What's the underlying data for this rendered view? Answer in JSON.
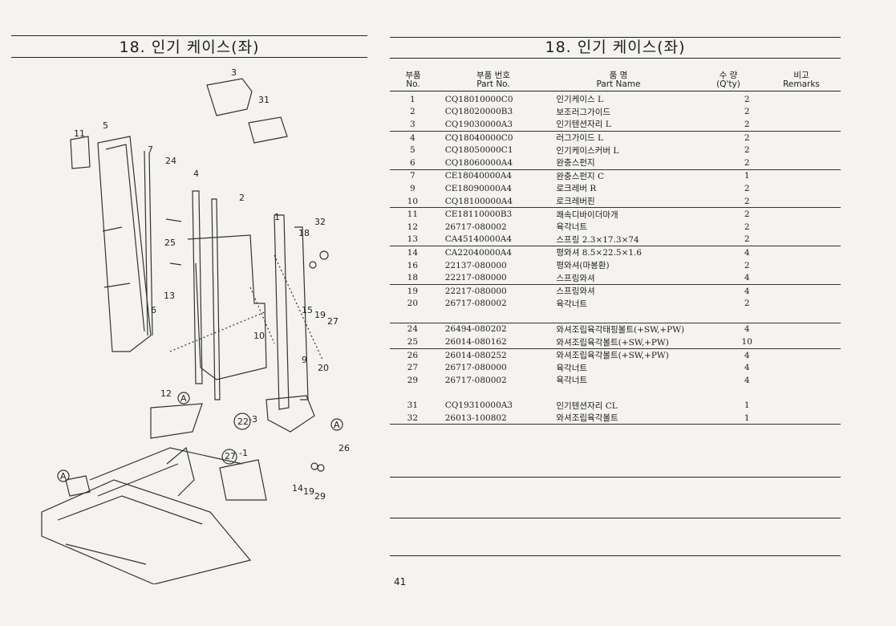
{
  "left_title": "18. 인기 케이스(좌)",
  "right_title": "18. 인기 케이스(좌)",
  "headers": {
    "no_ko": "부품",
    "no_en": "No.",
    "part_ko": "부품  번호",
    "part_en": "Part  No.",
    "name_ko": "품      명",
    "name_en": "Part    Name",
    "qty_ko": "수  량",
    "qty_en": "(Q'ty)",
    "remarks_ko": "비고",
    "remarks_en": "Remarks"
  },
  "parts": [
    {
      "no": "1",
      "part": "CQ18010000C0",
      "name": "인기케이스 L",
      "qty": "2"
    },
    {
      "no": "2",
      "part": "CQ18020000B3",
      "name": "보조러그가이드",
      "qty": "2"
    },
    {
      "no": "3",
      "part": "CQ19030000A3",
      "name": "인기텐션자리 L",
      "qty": "2",
      "sep": true
    },
    {
      "no": "4",
      "part": "CQ18040000C0",
      "name": "러그가이드 L",
      "qty": "2"
    },
    {
      "no": "5",
      "part": "CQ18050000C1",
      "name": "인기케이스커버 L",
      "qty": "2"
    },
    {
      "no": "6",
      "part": "CQ18060000A4",
      "name": "완충스펀지",
      "qty": "2",
      "sep": true
    },
    {
      "no": "7",
      "part": "CE18040000A4",
      "name": "완충스펀지 C",
      "qty": "1"
    },
    {
      "no": "9",
      "part": "CE18090000A4",
      "name": "로크레버 R",
      "qty": "2"
    },
    {
      "no": "10",
      "part": "CQ18100000A4",
      "name": "로크레버핀",
      "qty": "2",
      "sep": true
    },
    {
      "no": "11",
      "part": "CE18110000B3",
      "name": "쾌속디바이더마개",
      "qty": "2"
    },
    {
      "no": "12",
      "part": "26717-080002",
      "name": "육각너트",
      "qty": "2"
    },
    {
      "no": "13",
      "part": "CA45140000A4",
      "name": "스프링 2.3×17.3×74",
      "qty": "2",
      "sep": true
    },
    {
      "no": "14",
      "part": "CA22040000A4",
      "name": "평와셔 8.5×22.5×1.6",
      "qty": "4"
    },
    {
      "no": "16",
      "part": "22137-080000",
      "name": "평와셔(마봉환)",
      "qty": "2"
    },
    {
      "no": "18",
      "part": "22217-080000",
      "name": "스프링와셔",
      "qty": "4",
      "sep": true
    },
    {
      "no": "19",
      "part": "22217-080000",
      "name": "스프링와셔",
      "qty": "4"
    },
    {
      "no": "20",
      "part": "26717-080002",
      "name": "육각너트",
      "qty": "2"
    },
    {
      "no": "",
      "part": "",
      "name": "",
      "qty": "",
      "sep": true
    },
    {
      "no": "24",
      "part": "26494-080202",
      "name": "와셔조립육각태핑볼트(+SW,+PW)",
      "qty": "4"
    },
    {
      "no": "25",
      "part": "26014-080162",
      "name": "와셔조립육각볼트(+SW,+PW)",
      "qty": "10",
      "sep": true
    },
    {
      "no": "26",
      "part": "26014-080252",
      "name": "와셔조립육각볼트(+SW,+PW)",
      "qty": "4"
    },
    {
      "no": "27",
      "part": "26717-080000",
      "name": "육각너트",
      "qty": "4"
    },
    {
      "no": "29",
      "part": "26717-080002",
      "name": "육각너트",
      "qty": "4"
    },
    {
      "no": "",
      "part": "",
      "name": "",
      "qty": ""
    },
    {
      "no": "31",
      "part": "CQ19310000A3",
      "name": "인기텐션자리 CL",
      "qty": "1"
    },
    {
      "no": "32",
      "part": "26013-100802",
      "name": "와셔조립육각볼트",
      "qty": "1",
      "sep": true
    }
  ],
  "callouts": [
    "3",
    "31",
    "11",
    "5",
    "7",
    "24",
    "4",
    "2",
    "1",
    "32",
    "18",
    "25",
    "13",
    "6",
    "15",
    "19",
    "27",
    "10",
    "9",
    "20",
    "12",
    "A",
    "22",
    "-3",
    "27",
    "-1",
    "A",
    "26",
    "A",
    "14",
    "19",
    "29"
  ],
  "page_number": "41"
}
